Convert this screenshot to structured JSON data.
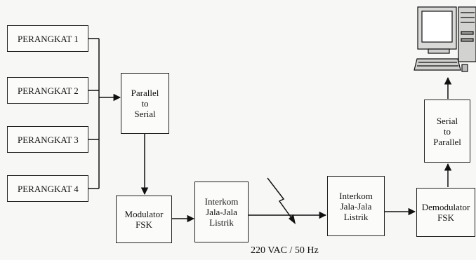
{
  "diagram": {
    "devices": [
      {
        "label": "PERANGKAT 1"
      },
      {
        "label": "PERANGKAT 2"
      },
      {
        "label": "PERANGKAT 3"
      },
      {
        "label": "PERANGKAT 4"
      }
    ],
    "parallel_to_serial": "Parallel\nto\nSerial",
    "modulator": "Modulator\nFSK",
    "interkom_tx": "Interkom\nJala-Jala\nListrik",
    "interkom_rx": "Interkom\nJala-Jala\nListrik",
    "demodulator": "Demodulator\nFSK",
    "serial_to_parallel": "Serial\nto\nParallel",
    "power_line_label": "220 VAC / 50 Hz",
    "computer_icon": "desktop-computer-icon",
    "lightning_icon": "lightning-bolt-icon",
    "line_color": "#111111"
  }
}
